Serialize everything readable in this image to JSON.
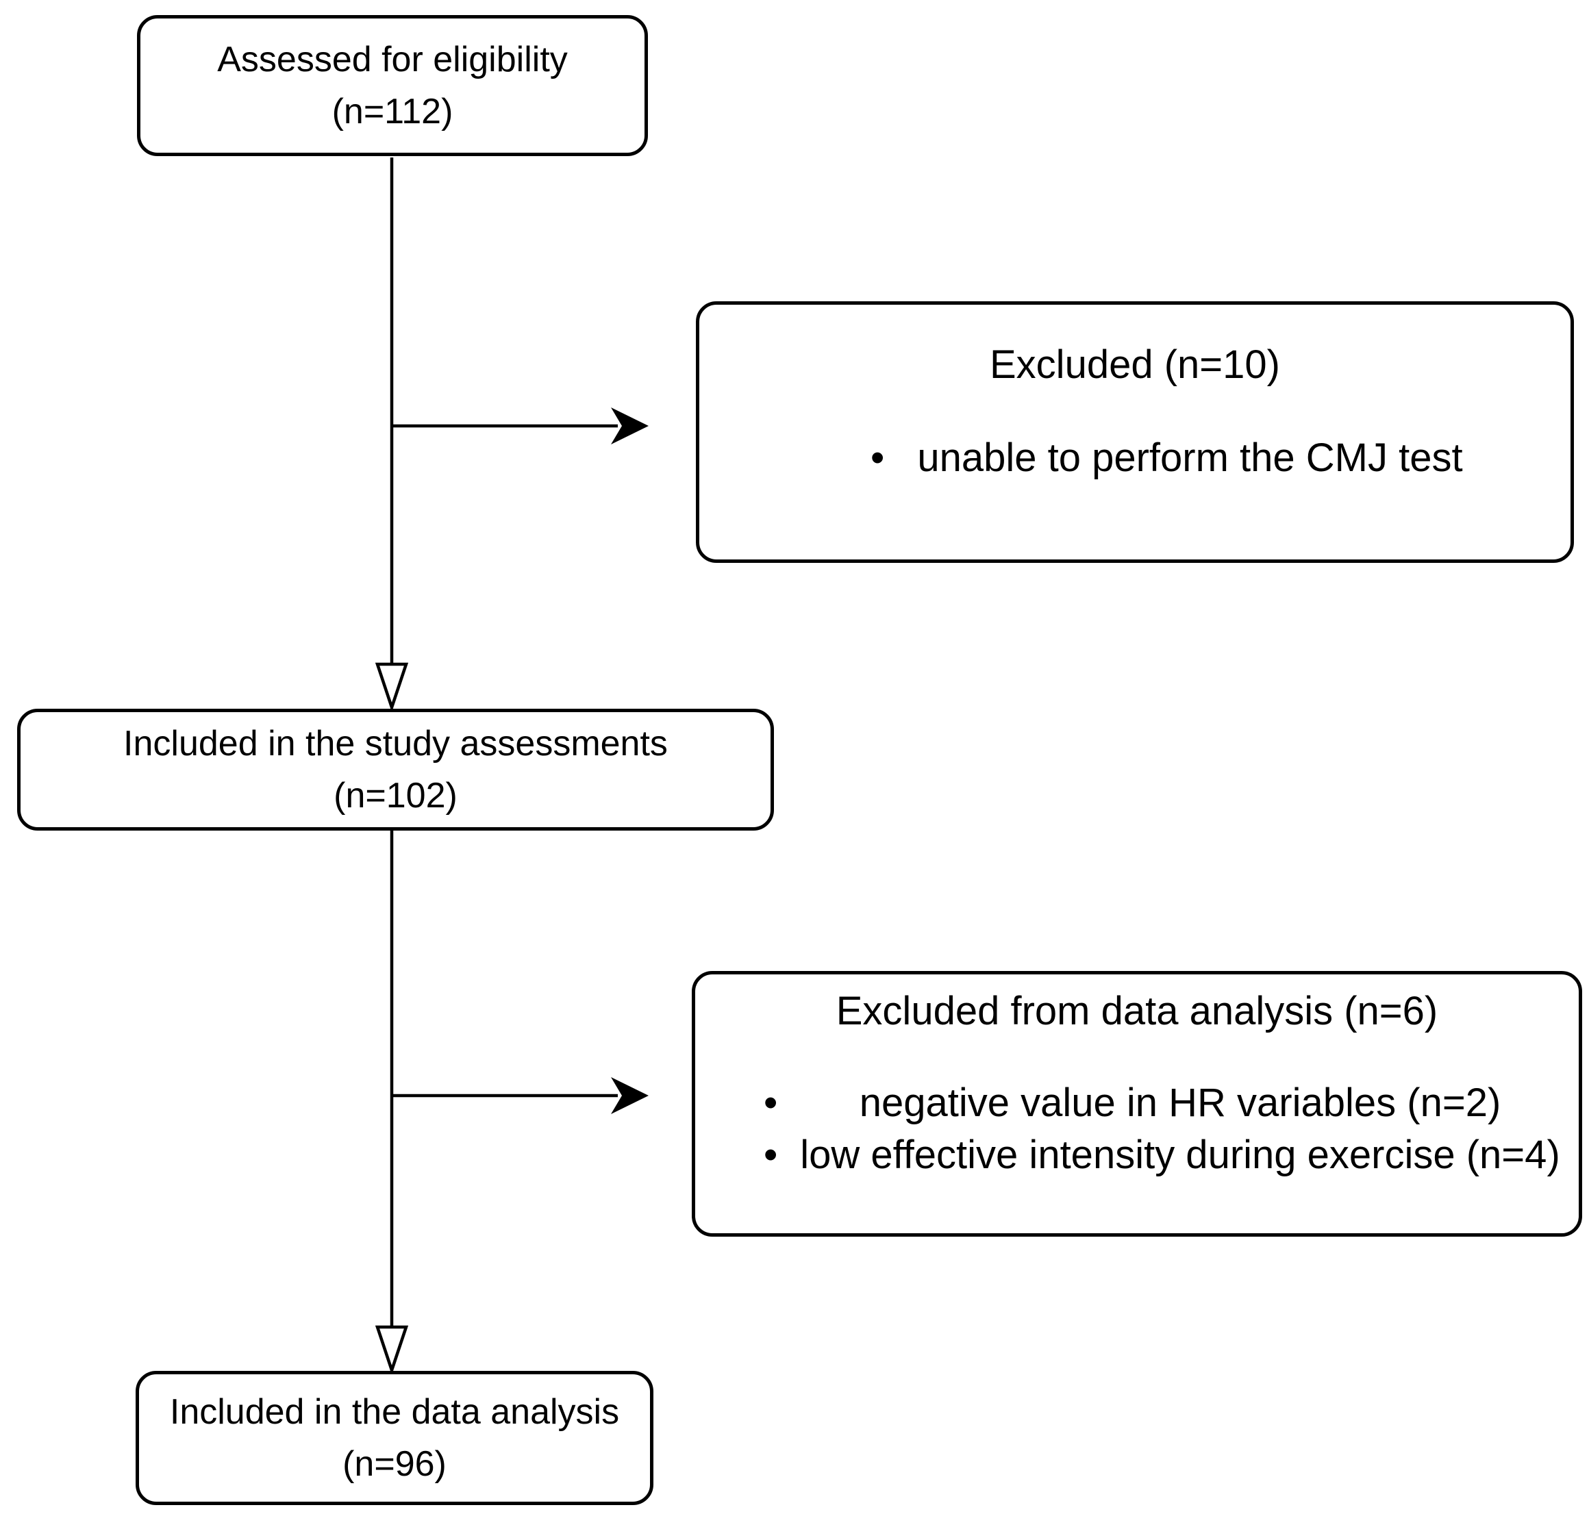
{
  "figure": {
    "background": "#ffffff",
    "stroke_color": "#000000",
    "text_color": "#000000",
    "bullet_glyph": "•",
    "nodes": {
      "assessed": {
        "label": "Assessed for eligibility",
        "count": "(n=112)"
      },
      "excluded_screening": {
        "title": "Excluded (n=10)",
        "bullets": [
          "unable to perform the CMJ test"
        ]
      },
      "included_assessments": {
        "label": "Included in the study assessments",
        "count": "(n=102)"
      },
      "excluded_analysis": {
        "title": "Excluded from data analysis (n=6)",
        "bullets": [
          "negative value in HR variables (n=2)",
          "low effective intensity during exercise (n=4)"
        ]
      },
      "included_analysis": {
        "label": "Included in the data analysis",
        "count": "(n=96)"
      }
    }
  }
}
